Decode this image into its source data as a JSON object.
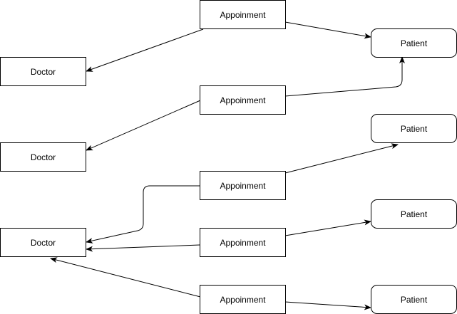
{
  "diagram": {
    "nodes": [
      {
        "id": "appt1",
        "label": "Appoinment"
      },
      {
        "id": "appt2",
        "label": "Appoinment"
      },
      {
        "id": "appt3",
        "label": "Appoinment"
      },
      {
        "id": "appt4",
        "label": "Appoinment"
      },
      {
        "id": "appt5",
        "label": "Appoinment"
      },
      {
        "id": "doctor1",
        "label": "Doctor"
      },
      {
        "id": "doctor2",
        "label": "Doctor"
      },
      {
        "id": "doctor3",
        "label": "Doctor"
      },
      {
        "id": "patient1",
        "label": "Patient"
      },
      {
        "id": "patient2",
        "label": "Patient"
      },
      {
        "id": "patient3",
        "label": "Patient"
      },
      {
        "id": "patient4",
        "label": "Patient"
      }
    ],
    "edges": [
      {
        "from": "appt1",
        "to": "doctor1"
      },
      {
        "from": "appt1",
        "to": "patient1"
      },
      {
        "from": "appt2",
        "to": "doctor2"
      },
      {
        "from": "appt2",
        "to": "patient1"
      },
      {
        "from": "appt3",
        "to": "doctor3"
      },
      {
        "from": "appt3",
        "to": "patient2"
      },
      {
        "from": "appt4",
        "to": "doctor3"
      },
      {
        "from": "appt4",
        "to": "patient3"
      },
      {
        "from": "appt5",
        "to": "doctor3"
      },
      {
        "from": "appt5",
        "to": "patient4"
      }
    ],
    "colors": {
      "stroke": "#000000",
      "fill": "#ffffff",
      "text": "#000000"
    }
  }
}
